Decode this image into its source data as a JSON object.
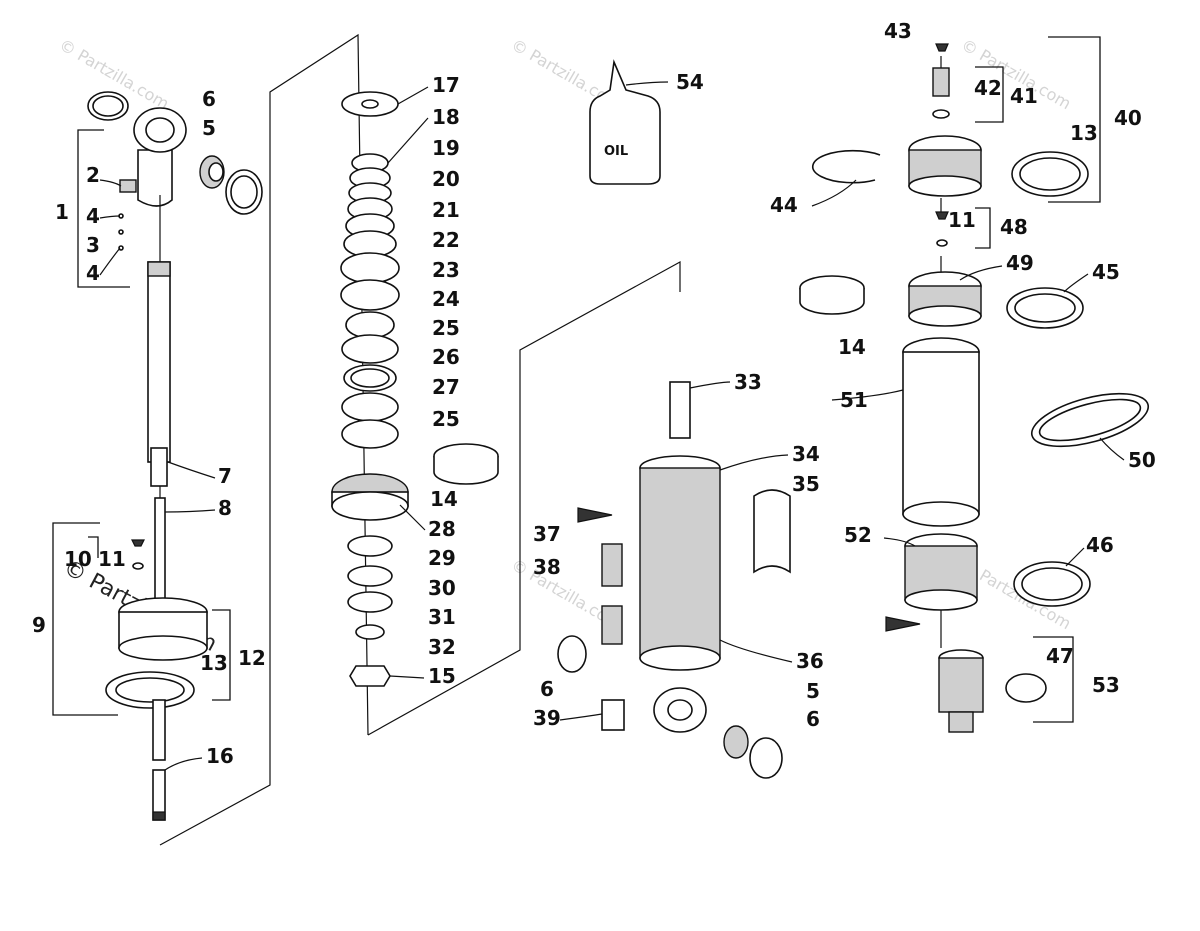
{
  "diagram": {
    "callouts": [
      {
        "id": "c1",
        "text": "1"
      },
      {
        "id": "c2",
        "text": "2"
      },
      {
        "id": "c3",
        "text": "3"
      },
      {
        "id": "c4a",
        "text": "4"
      },
      {
        "id": "c4b",
        "text": "4"
      },
      {
        "id": "c5a",
        "text": "5"
      },
      {
        "id": "c5b",
        "text": "5"
      },
      {
        "id": "c6a",
        "text": "6"
      },
      {
        "id": "c6b",
        "text": "6"
      },
      {
        "id": "c6c",
        "text": "6"
      },
      {
        "id": "c7",
        "text": "7"
      },
      {
        "id": "c8",
        "text": "8"
      },
      {
        "id": "c9",
        "text": "9"
      },
      {
        "id": "c10",
        "text": "10"
      },
      {
        "id": "c11a",
        "text": "11"
      },
      {
        "id": "c11b",
        "text": "11"
      },
      {
        "id": "c12",
        "text": "12"
      },
      {
        "id": "c13a",
        "text": "13"
      },
      {
        "id": "c13b",
        "text": "13"
      },
      {
        "id": "c14a",
        "text": "14"
      },
      {
        "id": "c14b",
        "text": "14"
      },
      {
        "id": "c15",
        "text": "15"
      },
      {
        "id": "c16",
        "text": "16"
      },
      {
        "id": "c17",
        "text": "17"
      },
      {
        "id": "c18",
        "text": "18"
      },
      {
        "id": "c19",
        "text": "19"
      },
      {
        "id": "c20",
        "text": "20"
      },
      {
        "id": "c21",
        "text": "21"
      },
      {
        "id": "c22",
        "text": "22"
      },
      {
        "id": "c23",
        "text": "23"
      },
      {
        "id": "c24",
        "text": "24"
      },
      {
        "id": "c25a",
        "text": "25"
      },
      {
        "id": "c25b",
        "text": "25"
      },
      {
        "id": "c26",
        "text": "26"
      },
      {
        "id": "c27",
        "text": "27"
      },
      {
        "id": "c28",
        "text": "28"
      },
      {
        "id": "c29",
        "text": "29"
      },
      {
        "id": "c30",
        "text": "30"
      },
      {
        "id": "c31",
        "text": "31"
      },
      {
        "id": "c32",
        "text": "32"
      },
      {
        "id": "c33",
        "text": "33"
      },
      {
        "id": "c34",
        "text": "34"
      },
      {
        "id": "c35",
        "text": "35"
      },
      {
        "id": "c36",
        "text": "36"
      },
      {
        "id": "c37",
        "text": "37"
      },
      {
        "id": "c38",
        "text": "38"
      },
      {
        "id": "c39",
        "text": "39"
      },
      {
        "id": "c40",
        "text": "40"
      },
      {
        "id": "c41",
        "text": "41"
      },
      {
        "id": "c42",
        "text": "42"
      },
      {
        "id": "c43",
        "text": "43"
      },
      {
        "id": "c44",
        "text": "44"
      },
      {
        "id": "c45",
        "text": "45"
      },
      {
        "id": "c46",
        "text": "46"
      },
      {
        "id": "c47",
        "text": "47"
      },
      {
        "id": "c48",
        "text": "48"
      },
      {
        "id": "c49",
        "text": "49"
      },
      {
        "id": "c50",
        "text": "50"
      },
      {
        "id": "c51",
        "text": "51"
      },
      {
        "id": "c52",
        "text": "52"
      },
      {
        "id": "c53",
        "text": "53"
      },
      {
        "id": "c54",
        "text": "54"
      }
    ],
    "oil_label": "OIL",
    "watermark": "© Partzilla.com",
    "watermark_main": "© Partzilla.com"
  }
}
